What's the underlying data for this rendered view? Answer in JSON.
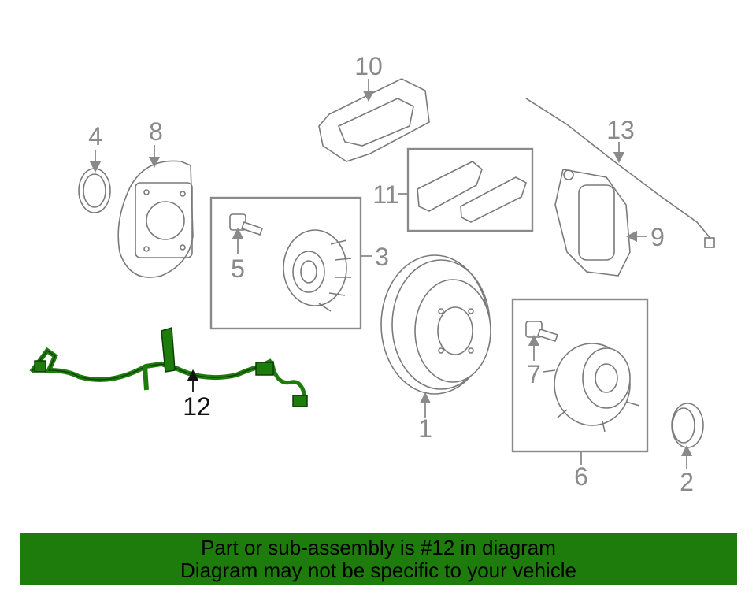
{
  "diagram": {
    "highlight_color": "#1e7c0c",
    "callouts": {
      "c1": "1",
      "c2": "2",
      "c3": "3",
      "c4": "4",
      "c5": "5",
      "c6": "6",
      "c7": "7",
      "c8": "8",
      "c9": "9",
      "c10": "10",
      "c11": "11",
      "c12": "12",
      "c13": "13"
    }
  },
  "banner": {
    "line1": "Part or sub-assembly is #12 in diagram",
    "line2": "Diagram may not be specific to your vehicle"
  }
}
